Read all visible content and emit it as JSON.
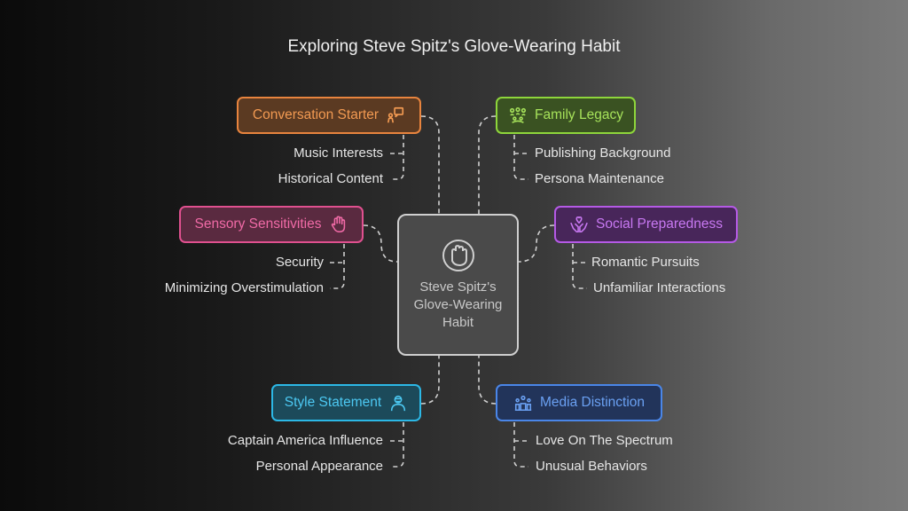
{
  "title": "Exploring Steve Spitz's Glove-Wearing Habit",
  "center": {
    "label": "Steve Spitz's Glove-Wearing Habit",
    "icon": "glove-icon"
  },
  "branches": {
    "conversation": {
      "label": "Conversation Starter",
      "color": "#e8843e",
      "icon": "conversation-icon",
      "items": [
        "Music Interests",
        "Historical Content"
      ]
    },
    "family": {
      "label": "Family Legacy",
      "color": "#8ed63b",
      "icon": "family-icon",
      "items": [
        "Publishing Background",
        "Persona Maintenance"
      ]
    },
    "sensory": {
      "label": "Sensory Sensitivities",
      "color": "#e0508f",
      "icon": "hand-icon",
      "items": [
        "Security",
        "Minimizing Overstimulation"
      ]
    },
    "social": {
      "label": "Social Preparedness",
      "color": "#b55ae6",
      "icon": "hands-heart-icon",
      "items": [
        "Romantic Pursuits",
        "Unfamiliar Interactions"
      ]
    },
    "style": {
      "label": "Style Statement",
      "color": "#2cb8e6",
      "icon": "person-icon",
      "items": [
        "Captain America Influence",
        "Personal Appearance"
      ]
    },
    "media": {
      "label": "Media Distinction",
      "color": "#4a86e8",
      "icon": "media-icon",
      "items": [
        "Love On The Spectrum",
        "Unusual Behaviors"
      ]
    }
  }
}
